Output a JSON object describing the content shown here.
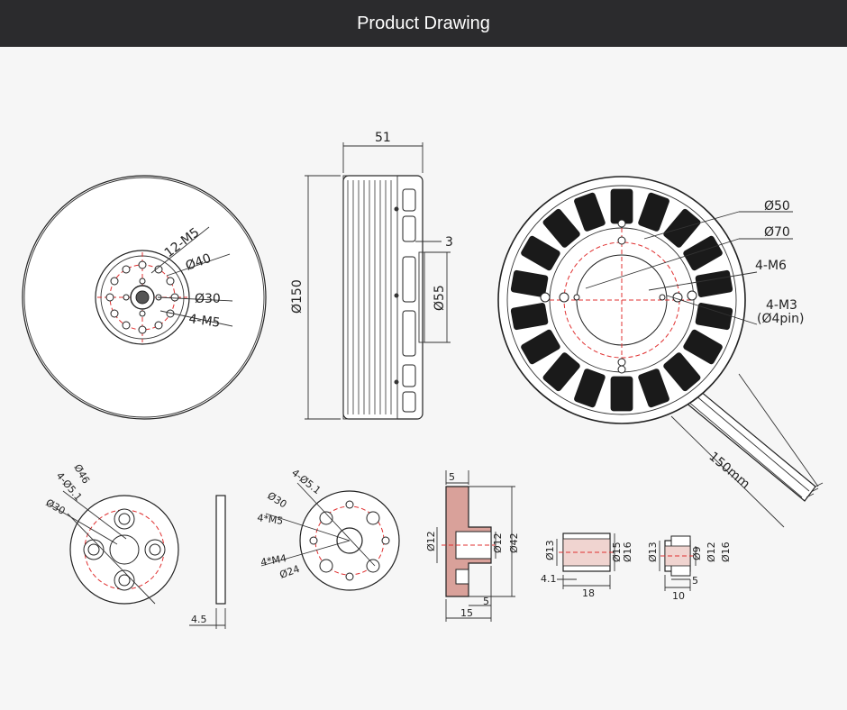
{
  "header": {
    "title": "Product Drawing"
  },
  "colors": {
    "header_bg": "#2b2b2d",
    "page_bg": "#f6f6f6",
    "line": "#222222",
    "center_line": "#e03030",
    "coil": "#1a1a1a"
  },
  "front_view": {
    "labels": {
      "m5_12": "12-M5",
      "d40": "Ø40",
      "d30": "Ø30",
      "m5_4": "4-M5"
    }
  },
  "side_view": {
    "labels": {
      "width": "51",
      "d150": "Ø150",
      "d55": "Ø55",
      "offset": "3"
    }
  },
  "stator_view": {
    "labels": {
      "d50": "Ø50",
      "d70": "Ø70",
      "m6": "4-M6",
      "m3": "4-M3",
      "pin": "(Ø4pin)",
      "cable": "150mm"
    }
  },
  "part_a": {
    "labels": {
      "d46": "Ø46",
      "h51": "4-Ø5.1",
      "d30": "Ø30"
    }
  },
  "part_b": {
    "labels": {
      "t45": "4.5"
    }
  },
  "part_c": {
    "labels": {
      "h51": "4-Ø5.1",
      "d30": "Ø30",
      "m5": "4*M5",
      "m4": "4*M4",
      "d24": "Ø24"
    }
  },
  "part_d": {
    "labels": {
      "top5": "5",
      "d12a": "Ø12",
      "d12b": "Ø12",
      "d42": "Ø42",
      "w15": "15",
      "r5": "5"
    }
  },
  "part_e": {
    "labels": {
      "d13": "Ø13",
      "d15": "Ø15",
      "d16": "Ø16",
      "w41": "4.1",
      "l18": "18"
    }
  },
  "part_f": {
    "labels": {
      "d13": "Ø13",
      "d9": "Ø9",
      "d12": "Ø12",
      "d16": "Ø16",
      "w5": "5",
      "l10": "10"
    }
  }
}
